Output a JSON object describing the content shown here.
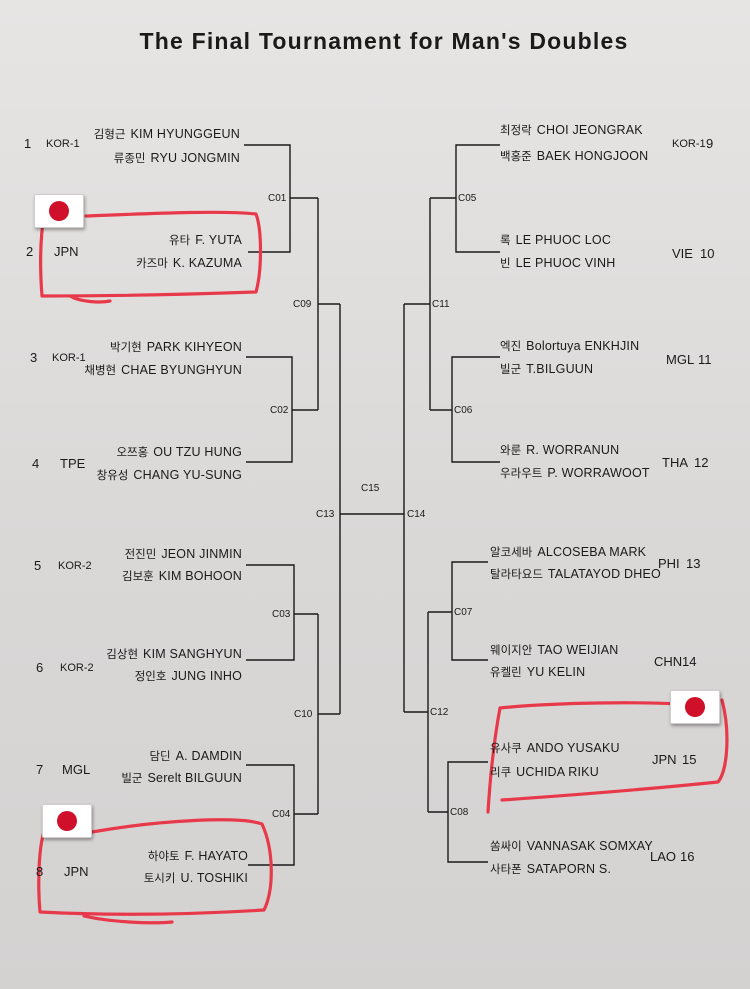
{
  "title": "The Final Tournament for Man's Doubles",
  "colors": {
    "bracket_line": "#1a1a1a",
    "marker": "#e8394a",
    "flag_red": "#d0102a"
  },
  "left": [
    {
      "seed": "1",
      "nation": "KOR-1",
      "p1_ko": "김형근",
      "p1_en": "KIM HYUNGGEUN",
      "p2_ko": "류종민",
      "p2_en": "RYU JONGMIN"
    },
    {
      "seed": "2",
      "nation": "JPN",
      "p1_ko": "유타",
      "p1_en": "F. YUTA",
      "p2_ko": "카즈마",
      "p2_en": "K. KAZUMA"
    },
    {
      "seed": "3",
      "nation": "KOR-1",
      "p1_ko": "박기현",
      "p1_en": "PARK KIHYEON",
      "p2_ko": "채병현",
      "p2_en": "CHAE BYUNGHYUN"
    },
    {
      "seed": "4",
      "nation": "TPE",
      "p1_ko": "오쯔홍",
      "p1_en": "OU TZU HUNG",
      "p2_ko": "창유성",
      "p2_en": "CHANG YU-SUNG"
    },
    {
      "seed": "5",
      "nation": "KOR-2",
      "p1_ko": "전진민",
      "p1_en": "JEON JINMIN",
      "p2_ko": "김보훈",
      "p2_en": "KIM BOHOON"
    },
    {
      "seed": "6",
      "nation": "KOR-2",
      "p1_ko": "김상현",
      "p1_en": "KIM SANGHYUN",
      "p2_ko": "정인호",
      "p2_en": "JUNG INHO"
    },
    {
      "seed": "7",
      "nation": "MGL",
      "p1_ko": "담딘",
      "p1_en": "A. DAMDIN",
      "p2_ko": "빌군",
      "p2_en": "Serelt BILGUUN"
    },
    {
      "seed": "8",
      "nation": "JPN",
      "p1_ko": "하야토",
      "p1_en": "F. HAYATO",
      "p2_ko": "토시키",
      "p2_en": "U. TOSHIKI"
    }
  ],
  "right": [
    {
      "seed": "9",
      "nation": "KOR-1",
      "p1_ko": "최정락",
      "p1_en": "CHOI JEONGRAK",
      "p2_ko": "백홍준",
      "p2_en": "BAEK HONGJOON"
    },
    {
      "seed": "10",
      "nation": "VIE",
      "p1_ko": "록",
      "p1_en": "LE PHUOC LOC",
      "p2_ko": "빈",
      "p2_en": "LE PHUOC VINH"
    },
    {
      "seed": "11",
      "nation": "MGL",
      "p1_ko": "엑진",
      "p1_en": "Bolortuya ENKHJIN",
      "p2_ko": "빌군",
      "p2_en": "T.BILGUUN"
    },
    {
      "seed": "12",
      "nation": "THA",
      "p1_ko": "와룬",
      "p1_en": "R. WORRANUN",
      "p2_ko": "우라우트",
      "p2_en": "P. WORRAWOOT"
    },
    {
      "seed": "13",
      "nation": "PHI",
      "p1_ko": "알코세바",
      "p1_en": "ALCOSEBA MARK",
      "p2_ko": "탈라타요드",
      "p2_en": "TALATAYOD DHEO"
    },
    {
      "seed": "14",
      "nation": "CHN",
      "p1_ko": "웨이지안",
      "p1_en": "TAO WEIJIAN",
      "p2_ko": "유켈린",
      "p2_en": "YU KELIN"
    },
    {
      "seed": "15",
      "nation": "JPN",
      "p1_ko": "유사쿠",
      "p1_en": "ANDO YUSAKU",
      "p2_ko": "리쿠",
      "p2_en": "UCHIDA RIKU"
    },
    {
      "seed": "16",
      "nation": "LAO",
      "p1_ko": "쏨싸이",
      "p1_en": "VANNASAK SOMXAY",
      "p2_ko": "사타폰",
      "p2_en": "SATAPORN S."
    }
  ],
  "codes": {
    "c01": "C01",
    "c02": "C02",
    "c03": "C03",
    "c04": "C04",
    "c05": "C05",
    "c06": "C06",
    "c07": "C07",
    "c08": "C08",
    "c09": "C09",
    "c10": "C10",
    "c11": "C11",
    "c12": "C12",
    "c13": "C13",
    "c14": "C14",
    "c15": "C15"
  }
}
